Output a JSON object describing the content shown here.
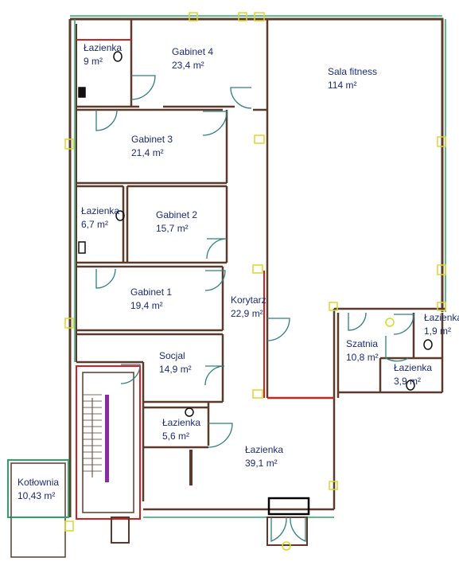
{
  "rooms": {
    "lazienka_top": {
      "name": "Łazienka",
      "area": "9 m²"
    },
    "gabinet4": {
      "name": "Gabinet 4",
      "area": "23,4 m²"
    },
    "sala_fitness": {
      "name": "Sala fitness",
      "area": "114 m²"
    },
    "gabinet3": {
      "name": "Gabinet 3",
      "area": "21,4 m²"
    },
    "lazienka_left": {
      "name": "Łazienka",
      "area": "6,7 m²"
    },
    "gabinet2": {
      "name": "Gabinet 2",
      "area": "15,7 m²"
    },
    "gabinet1": {
      "name": "Gabinet 1",
      "area": "19,4 m²"
    },
    "korytarz": {
      "name": "Korytarz",
      "area": "22,9 m²"
    },
    "socjal": {
      "name": "Socjal",
      "area": "14,9 m²"
    },
    "szatnia": {
      "name": "Szatnia",
      "area": "10,8 m²"
    },
    "lazienka_right_top": {
      "name": "Łazienka",
      "area": "1,9 m²"
    },
    "lazienka_right_bottom": {
      "name": "Łazienka",
      "area": "3,9 m²"
    },
    "lazienka_small": {
      "name": "Łazienka",
      "area": "5,6 m²"
    },
    "lazienka_big": {
      "name": "Łazienka",
      "area": "39,1 m²"
    },
    "kotlownia": {
      "name": "Kotłownia",
      "area": "10,43 m²"
    }
  },
  "colors": {
    "wall": "#5b3a2a",
    "wall_inner": "#c9b9a6",
    "red_wall": "#d62020",
    "door": "#2f7f7f",
    "green_zone": "#2aa56a",
    "marker": "#d9d92a",
    "label": "#1b2a7a"
  }
}
